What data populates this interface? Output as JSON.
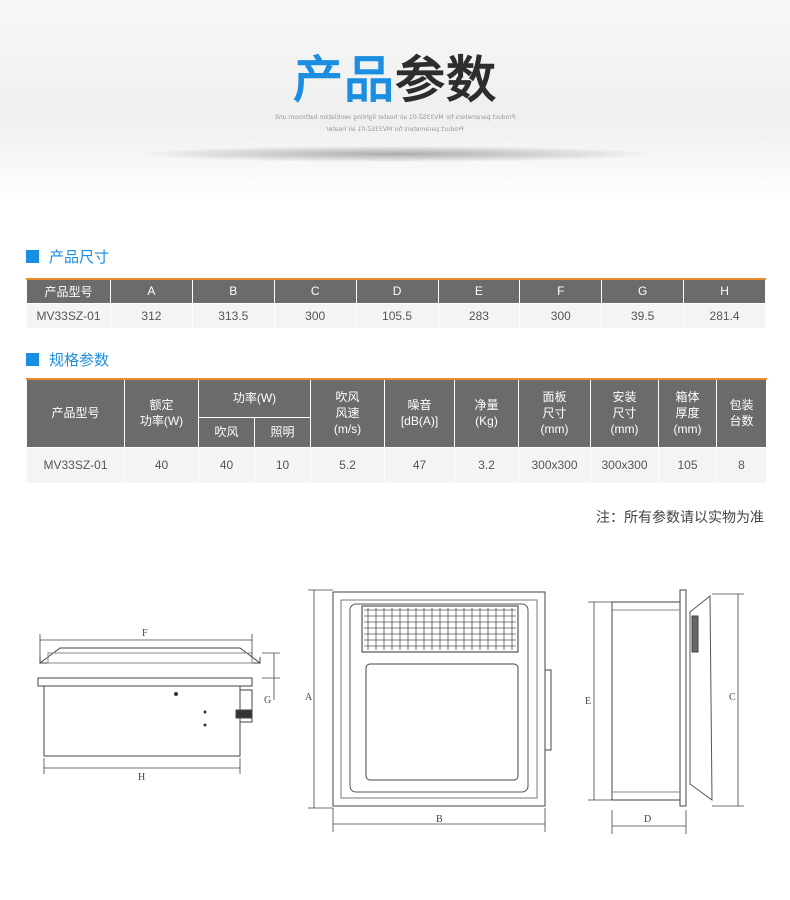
{
  "banner": {
    "title_accent": "产品",
    "title_rest": "参数",
    "subtext_line1": "Product parameters for MV33SZ-01 air heater lighting ventilation bathroom unit",
    "subtext_line2": "Product parameters for MV33SZ-01 air heater"
  },
  "dimensions_section": {
    "heading": "产品尺寸",
    "headers": [
      "产品型号",
      "A",
      "B",
      "C",
      "D",
      "E",
      "F",
      "G",
      "H"
    ],
    "rows": [
      [
        "MV33SZ-01",
        "312",
        "313.5",
        "300",
        "105.5",
        "283",
        "300",
        "39.5",
        "281.4"
      ]
    ]
  },
  "spec_section": {
    "heading": "规格参数",
    "headers": {
      "model": "产品型号",
      "rated_power": [
        "额定",
        "功率(W)"
      ],
      "power": "功率(W)",
      "power_sub": [
        "吹风",
        "照明"
      ],
      "air_speed": [
        "吹风",
        "风速",
        "(m/s)"
      ],
      "noise": [
        "噪音",
        "[dB(A)]"
      ],
      "net_weight": [
        "净量",
        "(Kg)"
      ],
      "panel_size": [
        "面板",
        "尺寸",
        "(mm)"
      ],
      "install_size": [
        "安装",
        "尺寸",
        "(mm)"
      ],
      "box_depth": [
        "箱体",
        "厚度",
        "(mm)"
      ],
      "pack_qty": [
        "包装",
        "台数"
      ]
    },
    "rows": [
      [
        "MV33SZ-01",
        "40",
        "40",
        "10",
        "5.2",
        "47",
        "3.2",
        "300x300",
        "300x300",
        "105",
        "8"
      ]
    ]
  },
  "note": "注：所有参数请以实物为准",
  "drawing_labels": {
    "F": "F",
    "G": "G",
    "H": "H",
    "A": "A",
    "B": "B",
    "C": "C",
    "D": "D",
    "E": "E"
  },
  "colors": {
    "accent_blue": "#1a8ee0",
    "header_gray": "#6b6b6b",
    "row_gray": "#f4f4f4",
    "orange_rule": "#e98a2b"
  }
}
